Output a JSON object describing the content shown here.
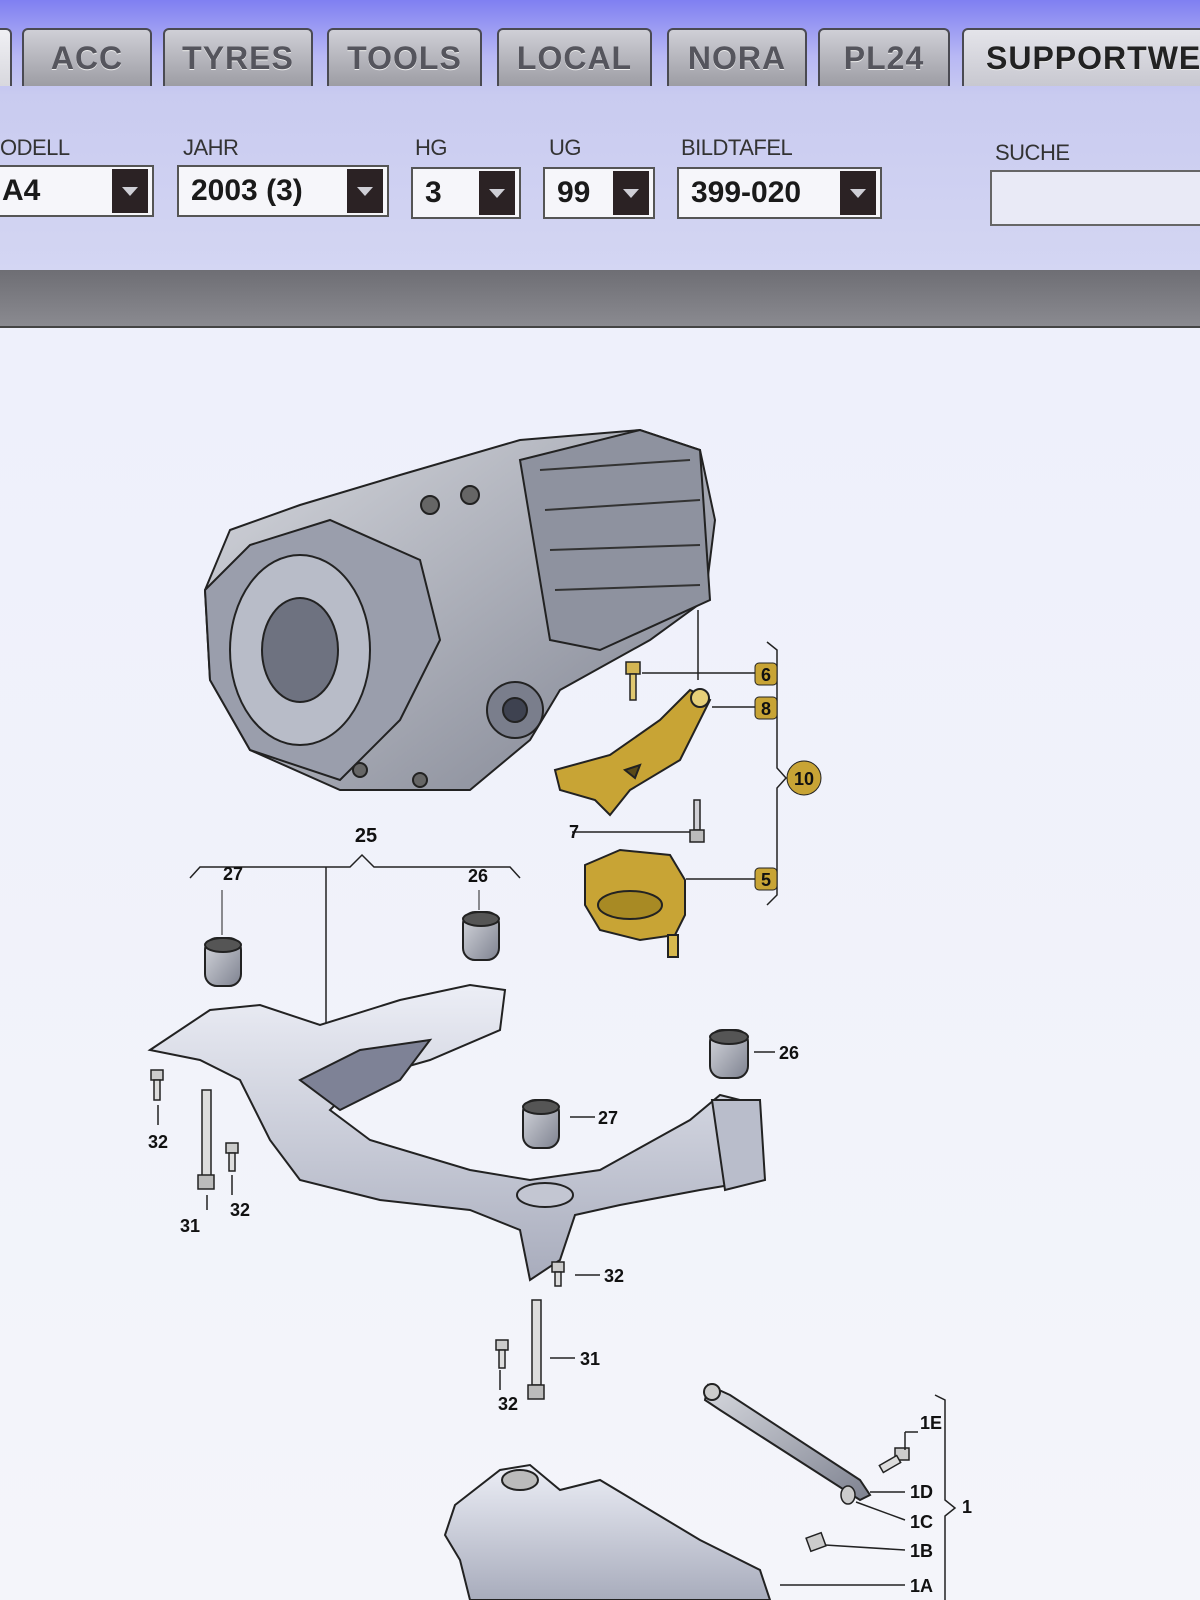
{
  "tabs": [
    {
      "label": "ACC"
    },
    {
      "label": "TYRES"
    },
    {
      "label": "TOOLS"
    },
    {
      "label": "LOCAL"
    },
    {
      "label": "NORA"
    },
    {
      "label": "PL24"
    },
    {
      "label": "SUPPORTWE"
    }
  ],
  "filters": {
    "modell": {
      "label": "ODELL",
      "value": "A4"
    },
    "jahr": {
      "label": "JAHR",
      "value": "2003 (3)"
    },
    "hg": {
      "label": "HG",
      "value": "3"
    },
    "ug": {
      "label": "UG",
      "value": "99"
    },
    "bildtafel": {
      "label": "BILDTAFEL",
      "value": "399-020"
    },
    "suche": {
      "label": "SUCHE",
      "value": ""
    }
  },
  "diagram": {
    "callouts": {
      "c6": "6",
      "c8": "8",
      "c10": "10",
      "c7": "7",
      "c5": "5",
      "c25": "25",
      "c27a": "27",
      "c26a": "26",
      "c26b": "26",
      "c27b": "27",
      "c32a": "32",
      "c31a": "31",
      "c32b": "32",
      "c32c": "32",
      "c31b": "31",
      "c32d": "32",
      "c1E": "1E",
      "c1D": "1D",
      "c1": "1",
      "c1C": "1C",
      "c1B": "1B",
      "c1A": "1A"
    },
    "highlight_color": "#c8a435"
  }
}
